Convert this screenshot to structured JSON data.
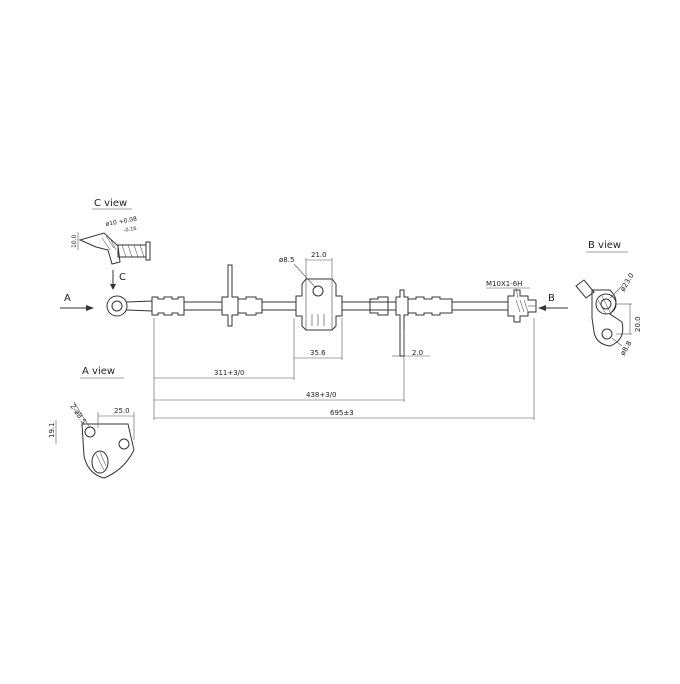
{
  "views": {
    "c_view": "C  view",
    "b_view": "B  view",
    "a_view": "A  view"
  },
  "arrows": {
    "a": "A",
    "b": "B",
    "c": "C"
  },
  "c_view_dims": {
    "d10": "ø10 +0.08",
    "tol": "-0.16",
    "d10_side": "10.0"
  },
  "top_dims": {
    "d8_5": "ø8.5",
    "w21": "21.0",
    "thread": "M10X1-6H"
  },
  "lengths": {
    "d35_6": "35.6",
    "d2_0": "2.0",
    "d311": "311+3/0",
    "d438": "438+3/0",
    "d695": "695±3"
  },
  "b_view_dims": {
    "d23": "ø23.0",
    "d20": "20.0",
    "d8_8": "ø8.8"
  },
  "a_view_dims": {
    "holes": "2-ø8.5",
    "d25": "25.0",
    "d19": "19.1"
  }
}
